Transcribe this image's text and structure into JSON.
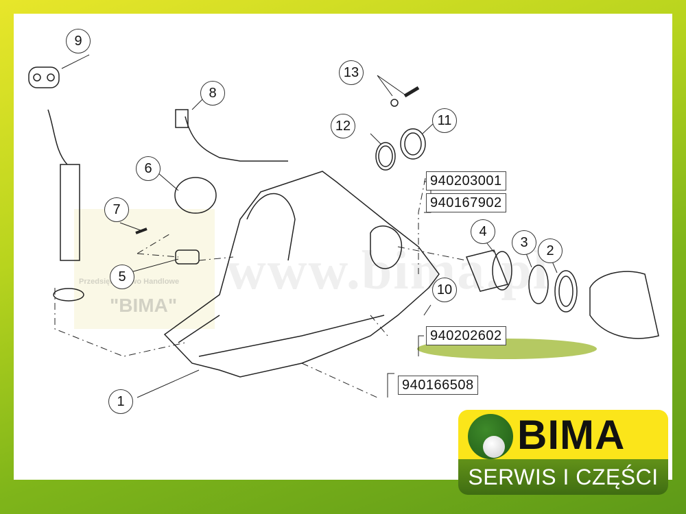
{
  "diagram": {
    "callouts": [
      "1",
      "2",
      "3",
      "4",
      "5",
      "6",
      "7",
      "8",
      "9",
      "10",
      "11",
      "12",
      "13"
    ],
    "part_numbers": {
      "p1": "940203001",
      "p2": "940167902",
      "p3": "940202602",
      "p4": "940166508"
    },
    "highlighted_part": "940202602"
  },
  "watermark": {
    "url": "www.bima.pl",
    "company_line": "Przedsiębiorstwo Handlowe",
    "company_name": "\"BIMA\""
  },
  "logo": {
    "name": "BIMA",
    "tagline": "SERWIS I CZĘŚCI"
  },
  "colors": {
    "highlight": "#a8c046",
    "logo_yellow": "#fbe51a",
    "logo_green": "#4f7f16"
  }
}
